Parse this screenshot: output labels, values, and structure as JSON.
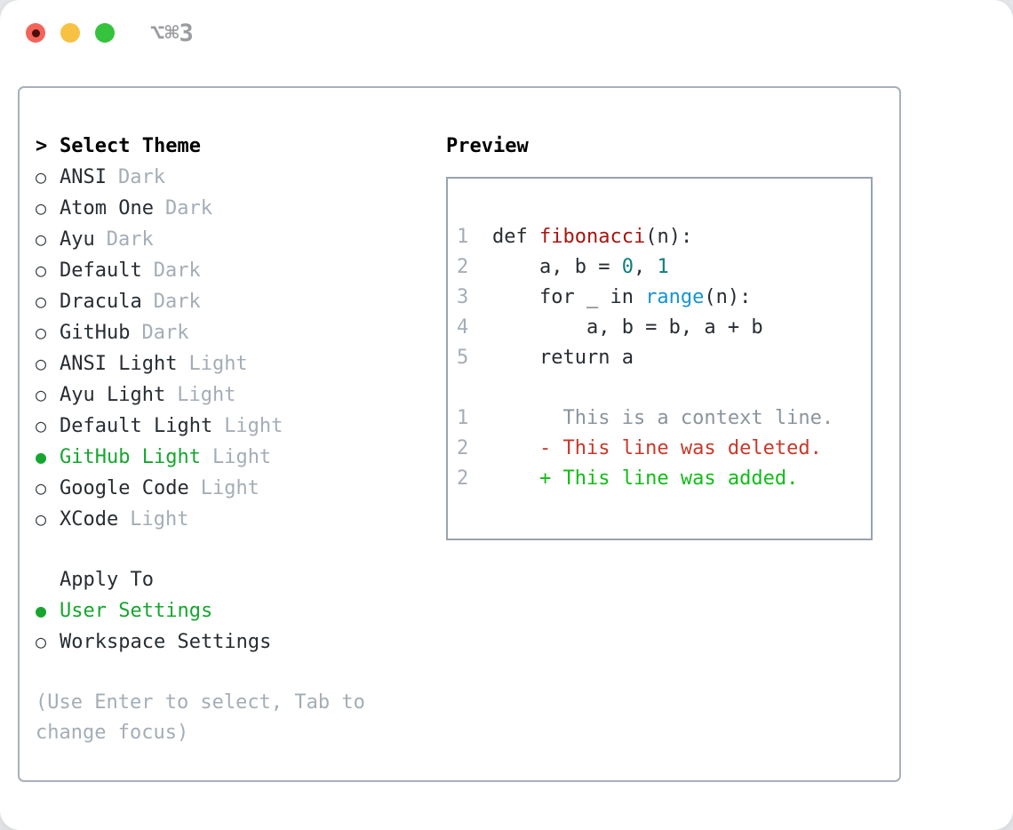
{
  "window": {
    "title": "⌥⌘3",
    "traffic_lights": [
      "close",
      "minimize",
      "zoom"
    ]
  },
  "theme_panel": {
    "header_prefix": ">",
    "header": "Select Theme",
    "themes": [
      {
        "name": "ANSI",
        "tag": "Dark",
        "selected": false
      },
      {
        "name": "Atom One",
        "tag": "Dark",
        "selected": false
      },
      {
        "name": "Ayu",
        "tag": "Dark",
        "selected": false
      },
      {
        "name": "Default",
        "tag": "Dark",
        "selected": false
      },
      {
        "name": "Dracula",
        "tag": "Dark",
        "selected": false
      },
      {
        "name": "GitHub",
        "tag": "Dark",
        "selected": false
      },
      {
        "name": "ANSI Light",
        "tag": "Light",
        "selected": false
      },
      {
        "name": "Ayu Light",
        "tag": "Light",
        "selected": false
      },
      {
        "name": "Default Light",
        "tag": "Light",
        "selected": false
      },
      {
        "name": "GitHub Light",
        "tag": "Light",
        "selected": true
      },
      {
        "name": "Google Code",
        "tag": "Light",
        "selected": false
      },
      {
        "name": "XCode",
        "tag": "Light",
        "selected": false
      }
    ],
    "apply_to": {
      "header": "Apply To",
      "options": [
        {
          "label": "User Settings",
          "selected": true
        },
        {
          "label": "Workspace Settings",
          "selected": false
        }
      ]
    },
    "hint_line1": "(Use Enter to select, Tab to",
    "hint_line2": "change focus)",
    "radio_unselected_glyph": "○",
    "radio_selected_glyph": "●"
  },
  "preview": {
    "header": "Preview",
    "code_lines": [
      {
        "num": "1",
        "tokens": [
          {
            "text": "def ",
            "type": "plain"
          },
          {
            "text": "fibonacci",
            "type": "function"
          },
          {
            "text": "(n):",
            "type": "plain"
          }
        ]
      },
      {
        "num": "2",
        "tokens": [
          {
            "text": "    a, b = ",
            "type": "plain"
          },
          {
            "text": "0",
            "type": "number"
          },
          {
            "text": ", ",
            "type": "plain"
          },
          {
            "text": "1",
            "type": "number"
          }
        ]
      },
      {
        "num": "3",
        "tokens": [
          {
            "text": "    for _ in ",
            "type": "plain"
          },
          {
            "text": "range",
            "type": "builtin"
          },
          {
            "text": "(n):",
            "type": "plain"
          }
        ]
      },
      {
        "num": "4",
        "tokens": [
          {
            "text": "        a, b = b, a + b",
            "type": "plain"
          }
        ]
      },
      {
        "num": "5",
        "tokens": [
          {
            "text": "    return a",
            "type": "plain"
          }
        ]
      }
    ],
    "diff_lines": [
      {
        "num": "1",
        "marker": " ",
        "text": "This is a context line.",
        "kind": "context"
      },
      {
        "num": "2",
        "marker": "-",
        "text": "This line was deleted.",
        "kind": "deleted"
      },
      {
        "num": "2",
        "marker": "+",
        "text": "This line was added.",
        "kind": "added"
      }
    ]
  },
  "colors": {
    "selected_green": "#16a62e",
    "diff_added_green": "#10bd17",
    "diff_deleted_red": "#c93829",
    "function_red": "#a8150f",
    "number_teal": "#0d7e7e",
    "builtin_blue": "#1394d6",
    "muted_gray": "#a4adb7",
    "context_gray": "#8b949e",
    "text_dark": "#272d33",
    "panel_border_gray": "#a9b0ba",
    "traffic_red": "#f4645a",
    "traffic_yellow": "#f7c244",
    "traffic_green": "#35c23c"
  }
}
